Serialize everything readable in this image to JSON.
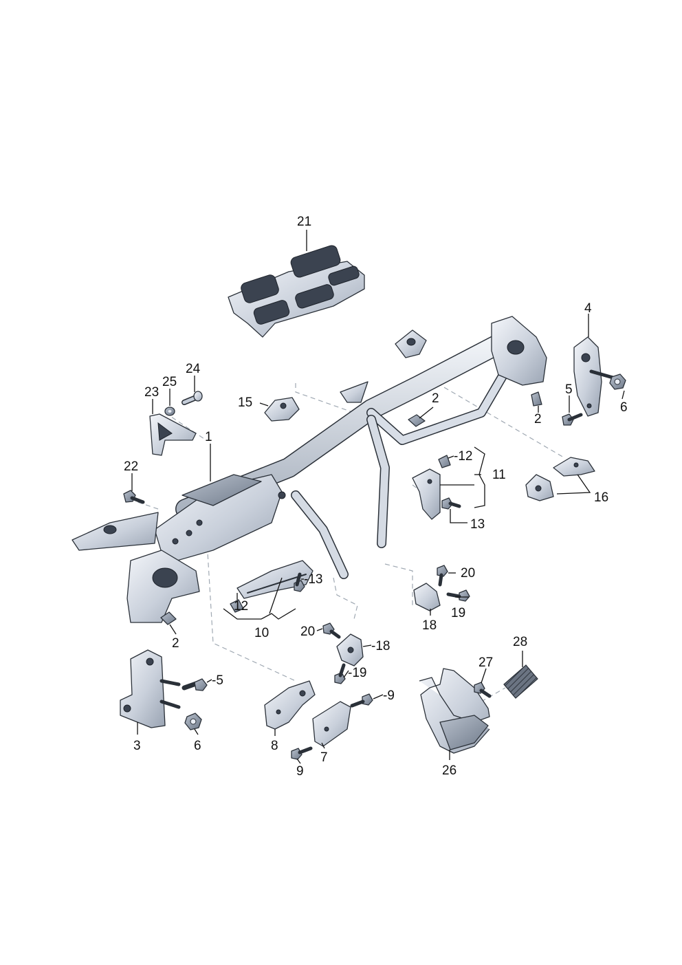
{
  "callouts": [
    {
      "id": "21",
      "text": "21"
    },
    {
      "id": "4",
      "text": "4"
    },
    {
      "id": "5a",
      "text": "5"
    },
    {
      "id": "6a",
      "text": "6"
    },
    {
      "id": "2a",
      "text": "2"
    },
    {
      "id": "2b",
      "text": "2"
    },
    {
      "id": "24",
      "text": "24"
    },
    {
      "id": "25",
      "text": "25"
    },
    {
      "id": "23",
      "text": "23"
    },
    {
      "id": "15",
      "text": "15"
    },
    {
      "id": "1",
      "text": "1"
    },
    {
      "id": "22",
      "text": "22"
    },
    {
      "id": "12a",
      "text": "-12"
    },
    {
      "id": "11",
      "text": "11"
    },
    {
      "id": "16",
      "text": "16"
    },
    {
      "id": "13a",
      "text": "13"
    },
    {
      "id": "13b",
      "text": "-13"
    },
    {
      "id": "12b",
      "text": "12"
    },
    {
      "id": "10",
      "text": "10"
    },
    {
      "id": "20a",
      "text": "20"
    },
    {
      "id": "19a",
      "text": "19"
    },
    {
      "id": "18a",
      "text": "18"
    },
    {
      "id": "2c",
      "text": "2"
    },
    {
      "id": "20b",
      "text": "20"
    },
    {
      "id": "18b",
      "text": "-18"
    },
    {
      "id": "19b",
      "text": "-19"
    },
    {
      "id": "28",
      "text": "28"
    },
    {
      "id": "27",
      "text": "27"
    },
    {
      "id": "5b",
      "text": "-5"
    },
    {
      "id": "9a",
      "text": "-9"
    },
    {
      "id": "3",
      "text": "3"
    },
    {
      "id": "6b",
      "text": "6"
    },
    {
      "id": "8",
      "text": "8"
    },
    {
      "id": "9b",
      "text": "9"
    },
    {
      "id": "7",
      "text": "7"
    },
    {
      "id": "26",
      "text": "26"
    }
  ],
  "colors": {
    "metal_light": "#e9edf4",
    "metal_mid": "#c4ccd8",
    "metal_dark": "#8d97a6",
    "outline": "#2a3038",
    "dash_line": "#9fa8b2"
  }
}
